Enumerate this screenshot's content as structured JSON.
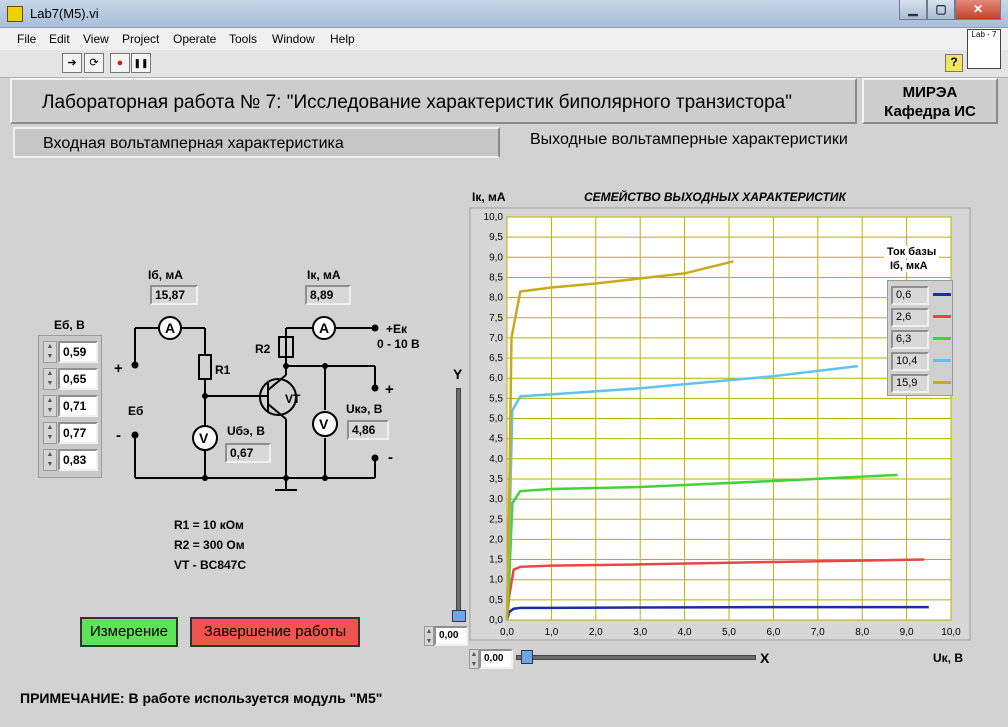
{
  "window": {
    "title": "Lab7(M5).vi",
    "min": "▁",
    "max": "▢",
    "close": "✕"
  },
  "menu": [
    "File",
    "Edit",
    "View",
    "Project",
    "Operate",
    "Tools",
    "Window",
    "Help"
  ],
  "toolbar": {
    "run": "➔",
    "run_cont": "⟳",
    "abort": "●",
    "pause": "❚❚",
    "help": "?",
    "vi_icon": "Lab - 7"
  },
  "header": {
    "title": "Лабораторная работа № 7: \"Исследование характеристик биполярного транзистора\"",
    "org1": "МИРЭА",
    "org2": "Кафедра ИС"
  },
  "tabs": {
    "input": "Входная вольтамперная характеристика",
    "output": "Выходные вольтамперные характеристики"
  },
  "circuit": {
    "ib_label": "Iб, мА",
    "ib_value": "15,87",
    "ik_label": "Iк, мА",
    "ik_value": "8,89",
    "eb_label": "Eб, В",
    "eb_values": [
      "0,59",
      "0,65",
      "0,71",
      "0,77",
      "0,83"
    ],
    "ek_label": "+Eк",
    "ek_range": "0 - 10 В",
    "r1": "R1",
    "r2": "R2",
    "vt": "VT",
    "eb_src": "Eб",
    "ube_label": "Uбэ, В",
    "ube_value": "0,67",
    "uke_label": "Uкэ, В",
    "uke_value": "4,86",
    "plus": "+",
    "minus": "-",
    "amm": "A",
    "volt": "V",
    "specs": [
      "R1 = 10 кОм",
      "R2 = 300 Ом",
      "VT - BC847C"
    ]
  },
  "buttons": {
    "measure": "Измерение",
    "finish": "Завершение работы"
  },
  "note": "ПРИМЕЧАНИЕ: В работе используется модуль \"М5\"",
  "cursor": {
    "y_axis": "Y",
    "x_axis": "X",
    "y_value": "0,00",
    "x_value": "0,00"
  },
  "legend": {
    "title": "Ток базы",
    "unit": "Iб, мкА",
    "items": [
      "0,6",
      "2,6",
      "6,3",
      "10,4",
      "15,9"
    ]
  },
  "chart_data": {
    "type": "line",
    "title": "СЕМЕЙСТВО ВЫХОДНЫХ ХАРАКТЕРИСТИК",
    "ylabel": "Iк, мА",
    "xlabel": "Uк, В",
    "xlim": [
      0,
      10
    ],
    "ylim": [
      0,
      10
    ],
    "x_ticks": [
      "0,0",
      "1,0",
      "2,0",
      "3,0",
      "4,0",
      "5,0",
      "6,0",
      "7,0",
      "8,0",
      "9,0",
      "10,0"
    ],
    "y_ticks": [
      "0,0",
      "0,5",
      "1,0",
      "1,5",
      "2,0",
      "2,5",
      "3,0",
      "3,5",
      "4,0",
      "4,5",
      "5,0",
      "5,5",
      "6,0",
      "6,5",
      "7,0",
      "7,5",
      "8,0",
      "8,5",
      "9,0",
      "9,5",
      "10,0"
    ],
    "grid": true,
    "series": [
      {
        "name": "0,6",
        "color": "#1a2fa0",
        "x": [
          0.0,
          0.05,
          0.15,
          0.3,
          1.0,
          3.0,
          6.0,
          9.5
        ],
        "y": [
          0.0,
          0.2,
          0.28,
          0.3,
          0.3,
          0.31,
          0.32,
          0.32
        ]
      },
      {
        "name": "2,6",
        "color": "#ee4444",
        "x": [
          0.0,
          0.05,
          0.15,
          0.3,
          1.0,
          3.0,
          6.0,
          9.4
        ],
        "y": [
          0.0,
          0.6,
          1.25,
          1.32,
          1.35,
          1.38,
          1.44,
          1.5
        ]
      },
      {
        "name": "6,3",
        "color": "#44d23a",
        "x": [
          0.0,
          0.05,
          0.12,
          0.3,
          1.0,
          3.0,
          6.0,
          8.8
        ],
        "y": [
          0.0,
          1.0,
          2.9,
          3.2,
          3.25,
          3.3,
          3.45,
          3.6
        ]
      },
      {
        "name": "10,4",
        "color": "#5fc2f0",
        "x": [
          0.0,
          0.05,
          0.12,
          0.3,
          1.0,
          3.0,
          6.0,
          7.9
        ],
        "y": [
          0.0,
          2.0,
          5.2,
          5.55,
          5.6,
          5.75,
          6.05,
          6.3
        ]
      },
      {
        "name": "15,9",
        "color": "#c8aa1a",
        "x": [
          0.0,
          0.05,
          0.1,
          0.3,
          1.0,
          2.0,
          4.0,
          5.1
        ],
        "y": [
          0.0,
          3.0,
          7.0,
          8.15,
          8.25,
          8.35,
          8.6,
          8.9
        ]
      }
    ]
  }
}
